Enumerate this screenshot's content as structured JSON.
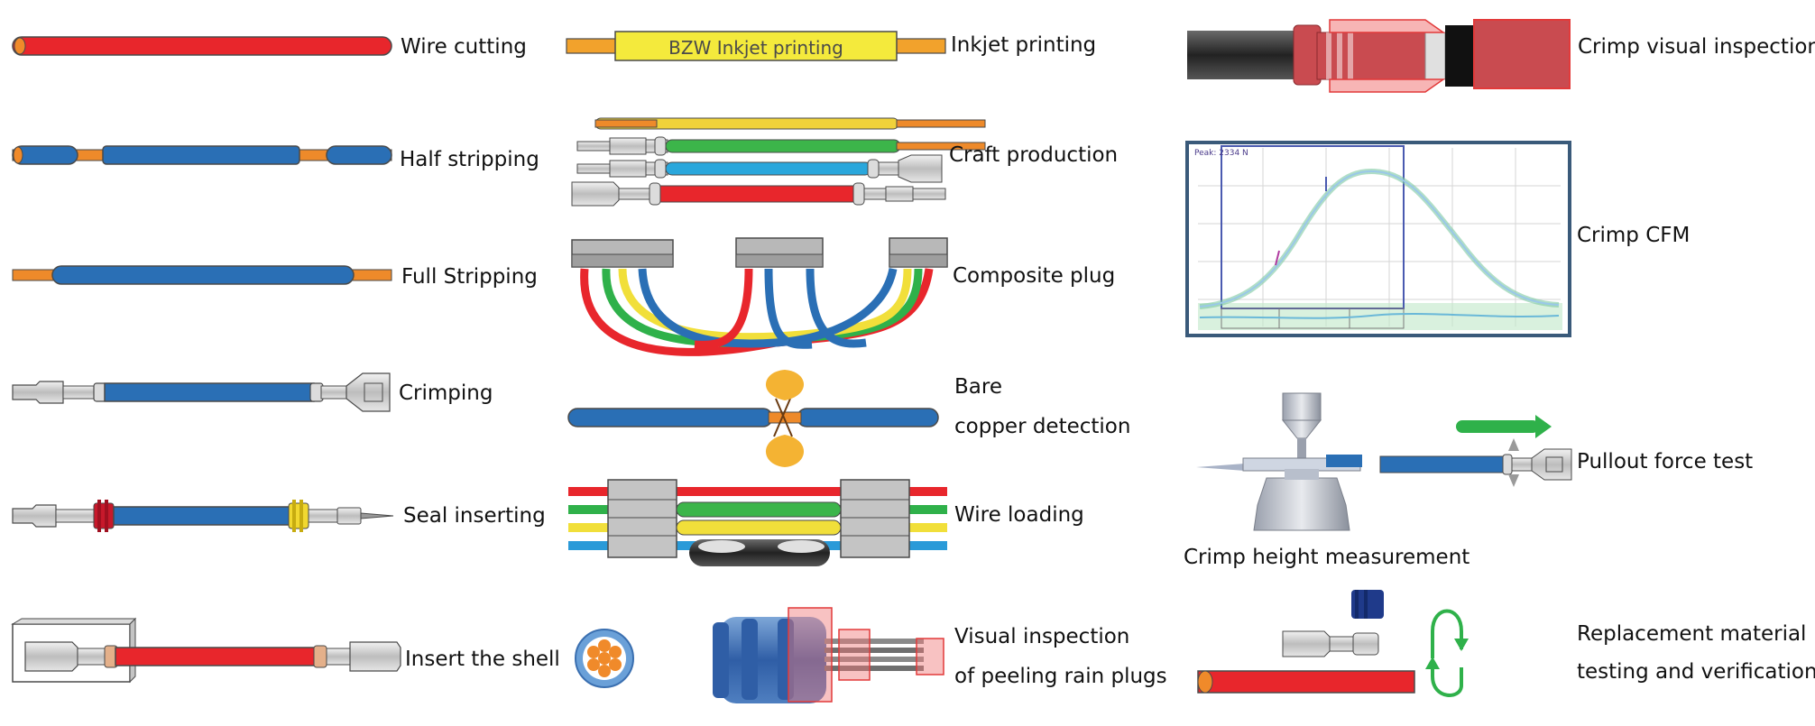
{
  "colors": {
    "red": "#e8262c",
    "blue": "#2a6fb5",
    "orange": "#ee8a2a",
    "yellow": "#f1df3a",
    "green": "#2fb14a",
    "grey": "#c4c4c4",
    "outline": "#4a4a4a"
  },
  "steps": [
    {
      "id": "wire_cutting",
      "label": "Wire cutting"
    },
    {
      "id": "half_stripping",
      "label": "Half stripping"
    },
    {
      "id": "full_stripping",
      "label": "Full Stripping"
    },
    {
      "id": "crimping",
      "label": "Crimping"
    },
    {
      "id": "seal_inserting",
      "label": "Seal inserting"
    },
    {
      "id": "insert_shell",
      "label": "Insert the shell"
    },
    {
      "id": "inkjet_printing",
      "label": "Inkjet printing",
      "sleeve_text": "BZW Inkjet printing"
    },
    {
      "id": "craft_production",
      "label": "Craft production"
    },
    {
      "id": "composite_plug",
      "label": "Composite plug"
    },
    {
      "id": "bare_copper",
      "label_lines": [
        "Bare",
        "copper detection"
      ]
    },
    {
      "id": "wire_loading",
      "label": "Wire loading"
    },
    {
      "id": "visual_rain_plugs",
      "label_lines": [
        "Visual inspection",
        "of peeling rain plugs"
      ]
    },
    {
      "id": "crimp_visual",
      "label": "Crimp visual inspection"
    },
    {
      "id": "crimp_cfm",
      "label": "Crimp CFM",
      "chart_peak": "Peak: 2334 N"
    },
    {
      "id": "pullout_force",
      "label": "Pullout force test"
    },
    {
      "id": "crimp_height",
      "label": "Crimp height measurement"
    },
    {
      "id": "replacement",
      "label_lines": [
        "Replacement material",
        "testing and verification"
      ]
    }
  ]
}
